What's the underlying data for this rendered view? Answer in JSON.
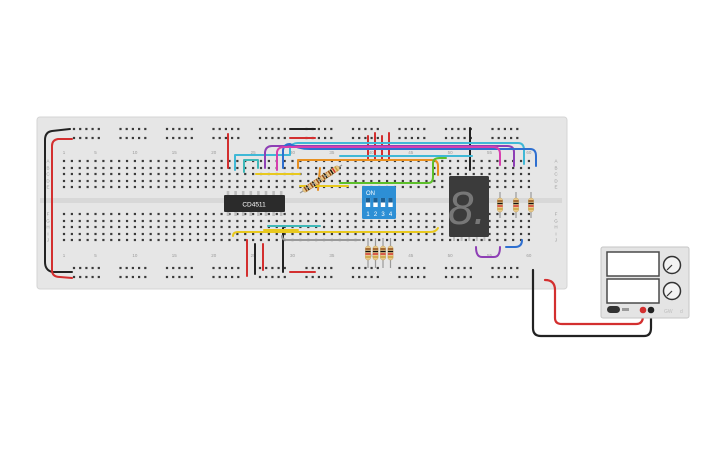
{
  "breadboard": {
    "column_numbers": [
      "1",
      "5",
      "10",
      "15",
      "20",
      "25",
      "30",
      "35",
      "40",
      "45",
      "50",
      "55",
      "60"
    ],
    "row_letters_top": [
      "A",
      "B",
      "C",
      "D",
      "E"
    ],
    "row_letters_bottom": [
      "F",
      "G",
      "H",
      "I",
      "J"
    ]
  },
  "ic": {
    "label": "CD4511"
  },
  "dip_switch": {
    "on_label": "ON",
    "numbers": [
      "1",
      "2",
      "3",
      "4"
    ]
  },
  "seven_segment": {
    "glyph": "8."
  },
  "power_supply": {
    "brand": "GW",
    "model_suffix": "d"
  },
  "colors": {
    "board": "#e6e6e6",
    "hole": "#3a3a3a",
    "rail_red": "#d32f2f",
    "rail_black": "#222222",
    "resistor_body": "#e8c98a",
    "dip_blue": "#2d8fd5",
    "segment_body": "#3b3b3b"
  }
}
